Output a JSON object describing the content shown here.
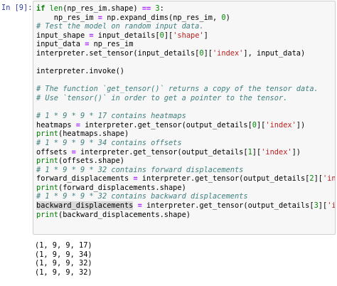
{
  "cell": {
    "prompt": "In [9]:",
    "code_lines": [
      [
        {
          "t": "if",
          "c": "kw"
        },
        {
          "t": " "
        },
        {
          "t": "len",
          "c": "builtin"
        },
        {
          "t": "(np_res_im.shape) "
        },
        {
          "t": "==",
          "c": "op"
        },
        {
          "t": " "
        },
        {
          "t": "3",
          "c": "num"
        },
        {
          "t": ":"
        }
      ],
      [
        {
          "t": "    np_res_im "
        },
        {
          "t": "=",
          "c": "op"
        },
        {
          "t": " np.expand_dims(np_res_im, "
        },
        {
          "t": "0",
          "c": "num"
        },
        {
          "t": ")"
        }
      ],
      [
        {
          "t": "# Test the model on random input data.",
          "c": "comment"
        }
      ],
      [
        {
          "t": "input_shape "
        },
        {
          "t": "=",
          "c": "op"
        },
        {
          "t": " input_details["
        },
        {
          "t": "0",
          "c": "num"
        },
        {
          "t": "]["
        },
        {
          "t": "'shape'",
          "c": "str"
        },
        {
          "t": "]"
        }
      ],
      [
        {
          "t": "input_data "
        },
        {
          "t": "=",
          "c": "op"
        },
        {
          "t": " np_res_im"
        }
      ],
      [
        {
          "t": "interpreter.set_tensor(input_details["
        },
        {
          "t": "0",
          "c": "num"
        },
        {
          "t": "]["
        },
        {
          "t": "'index'",
          "c": "str"
        },
        {
          "t": "], input_data)"
        }
      ],
      [],
      [
        {
          "t": "interpreter.invoke()"
        }
      ],
      [],
      [
        {
          "t": "# The function `get_tensor()` returns a copy of the tensor data.",
          "c": "comment"
        }
      ],
      [
        {
          "t": "# Use `tensor()` in order to get a pointer to the tensor.",
          "c": "comment"
        }
      ],
      [],
      [
        {
          "t": "# 1 * 9 * 9 * 17 contains heatmaps",
          "c": "comment"
        }
      ],
      [
        {
          "t": "heatmaps "
        },
        {
          "t": "=",
          "c": "op"
        },
        {
          "t": " interpreter.get_tensor(output_details["
        },
        {
          "t": "0",
          "c": "num"
        },
        {
          "t": "]["
        },
        {
          "t": "'index'",
          "c": "str"
        },
        {
          "t": "])"
        }
      ],
      [
        {
          "t": "print",
          "c": "builtin"
        },
        {
          "t": "(heatmaps.shape)"
        }
      ],
      [
        {
          "t": "# 1 * 9 * 9 * 34 contains offsets",
          "c": "comment"
        }
      ],
      [
        {
          "t": "offsets "
        },
        {
          "t": "=",
          "c": "op"
        },
        {
          "t": " interpreter.get_tensor(output_details["
        },
        {
          "t": "1",
          "c": "num"
        },
        {
          "t": "]["
        },
        {
          "t": "'index'",
          "c": "str"
        },
        {
          "t": "])"
        }
      ],
      [
        {
          "t": "print",
          "c": "builtin"
        },
        {
          "t": "(offsets.shape)"
        }
      ],
      [
        {
          "t": "# 1 * 9 * 9 * 32 contains forward displacements",
          "c": "comment"
        }
      ],
      [
        {
          "t": "forward_displacements "
        },
        {
          "t": "=",
          "c": "op"
        },
        {
          "t": " interpreter.get_tensor(output_details["
        },
        {
          "t": "2",
          "c": "num"
        },
        {
          "t": "]["
        },
        {
          "t": "'index'",
          "c": "str"
        },
        {
          "t": "])"
        }
      ],
      [
        {
          "t": "print",
          "c": "builtin"
        },
        {
          "t": "(forward_displacements.shape)"
        }
      ],
      [
        {
          "t": "# 1 * 9 * 9 * 32 contains backward displacements",
          "c": "comment"
        }
      ],
      [
        {
          "t": "backward_displacements",
          "c": "cursor"
        },
        {
          "t": " "
        },
        {
          "t": "=",
          "c": "op"
        },
        {
          "t": " interpreter.get_tensor(output_details["
        },
        {
          "t": "3",
          "c": "num"
        },
        {
          "t": "]["
        },
        {
          "t": "'index'",
          "c": "str"
        },
        {
          "t": "])"
        }
      ],
      [
        {
          "t": "print",
          "c": "builtin"
        },
        {
          "t": "(backward_displacements.shape)"
        }
      ]
    ],
    "output_lines": [
      "(1, 9, 9, 17)",
      "(1, 9, 9, 34)",
      "(1, 9, 9, 32)",
      "(1, 9, 9, 32)"
    ]
  },
  "colors": {
    "prompt": "#303f9f",
    "keyword": "#008000",
    "operator": "#aa22ff",
    "number": "#008800",
    "string": "#ba2121",
    "comment": "#408080",
    "cell_background": "#f7f7f7",
    "cell_border": "#cfcfcf"
  }
}
